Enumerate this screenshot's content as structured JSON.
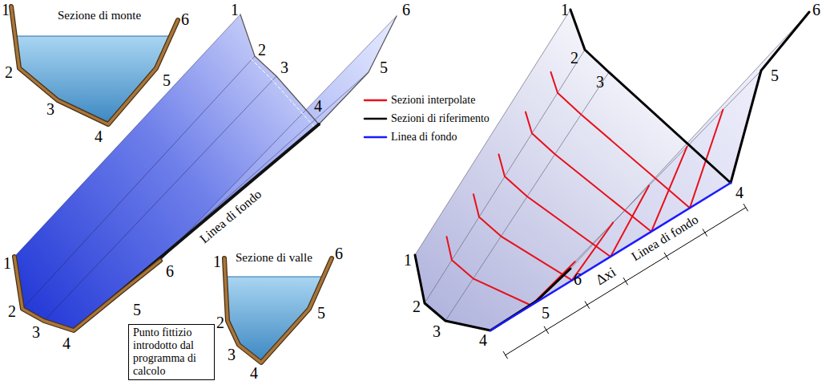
{
  "diagram": {
    "nodes": [
      {
        "text": [
          "Punto fittizio introdotto dal programma di calcolo"
        ]
      }
    ],
    "labels": [
      "Sezione di monte",
      "1",
      "6",
      "2",
      "3",
      "4",
      "5",
      "1",
      "2",
      "3",
      "4",
      "6",
      "5",
      "Linea di fondo",
      "1",
      "2",
      "3",
      "4",
      "5",
      "6",
      "Sezione di valle",
      "1",
      "6",
      "2",
      "3",
      "4",
      "5",
      "1",
      "2",
      "3",
      "4",
      "5",
      "6",
      "Linea di fondo",
      "Δxi",
      "1",
      "2",
      "3",
      "4",
      "5",
      "6"
    ],
    "legend": [
      {
        "text": "Sezioni interpolate"
      },
      {
        "text": "Sezioni di riferimento"
      },
      {
        "text": "Linea di fondo"
      }
    ]
  }
}
